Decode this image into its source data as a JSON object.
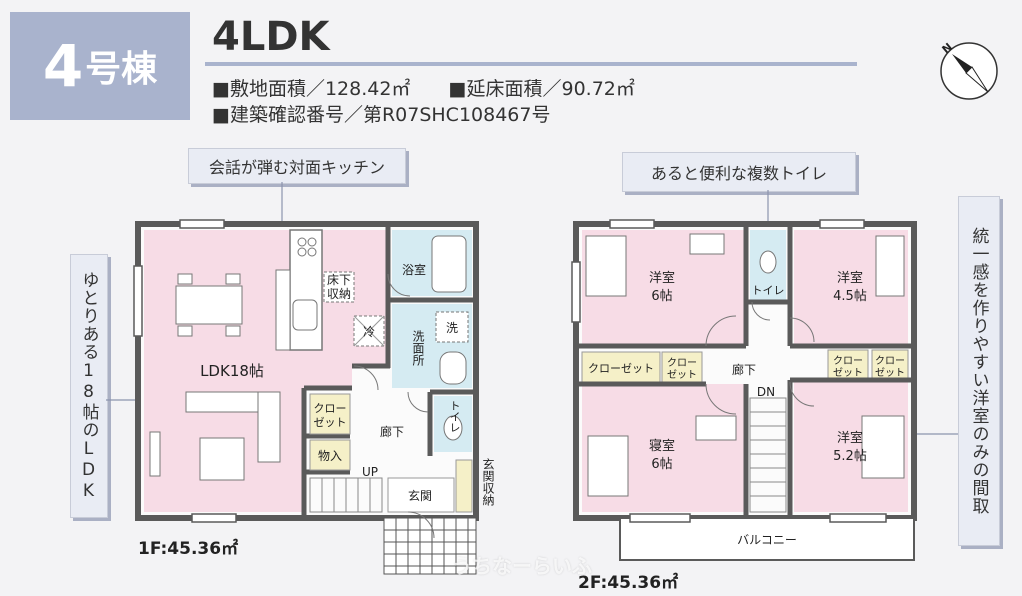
{
  "header": {
    "unit_number": "4",
    "unit_suffix": "号棟",
    "layout_type": "4LDK",
    "site_area": "■敷地面積／128.42㎡",
    "floor_area": "■延床面積／90.72㎡",
    "permit": "■建築確認番号／第R07SHC108467号"
  },
  "callouts": {
    "kitchen": "会話が弾む対面キッチン",
    "toilets": "あると便利な複数トイレ",
    "ldk": "ゆとりある18帖のLDK",
    "rooms": "統一感を作りやすい洋室のみの間取"
  },
  "floor1": {
    "area_label": "1F:45.36㎡",
    "ldk": "LDK18帖",
    "underfloor_1": "床下",
    "underfloor_2": "収納",
    "fridge": "冷",
    "bath": "浴室",
    "washroom": "洗面所",
    "washer": "洗",
    "toilet": "トイレ",
    "closet_1": "クロー",
    "closet_2": "ゼット",
    "storage": "物入",
    "hall": "廊下",
    "up": "UP",
    "entrance": "玄関",
    "shoe_storage": "玄関収納"
  },
  "floor2": {
    "area_label": "2F:45.36㎡",
    "western_a_name": "洋室",
    "western_a_size": "6帖",
    "western_b_name": "洋室",
    "western_b_size": "4.5帖",
    "bedroom_name": "寝室",
    "bedroom_size": "6帖",
    "western_c_name": "洋室",
    "western_c_size": "5.2帖",
    "closet_wide": "クローゼット",
    "closet_1": "クロー",
    "closet_2": "ゼット",
    "toilet": "トイレ",
    "hall": "廊下",
    "dn": "DN",
    "balcony": "バルコニー"
  },
  "watermark": "うちなーらいふ",
  "colors": {
    "accent": "#a9b3cd",
    "room_pink": "#f7dce6",
    "water_blue": "#d5ebf2",
    "storage_yellow": "#f5f0c8",
    "wall": "#5a5a5a"
  }
}
